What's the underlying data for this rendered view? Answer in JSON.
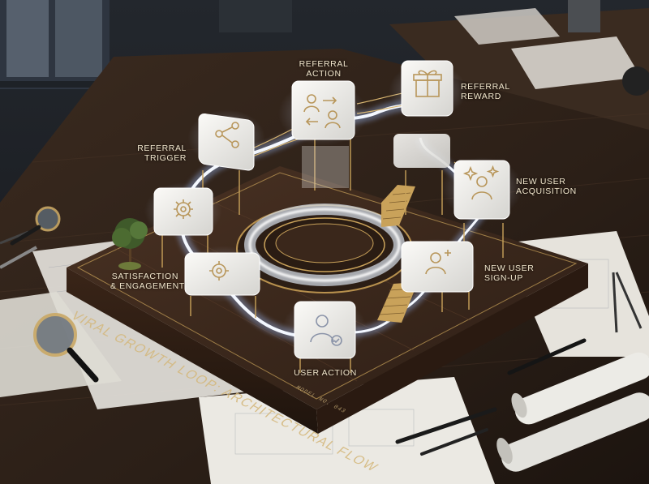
{
  "diagram": {
    "base_engraving": "VIRAL GROWTH LOOP: ARCHITECTURAL FLOW",
    "model_number": "MODEL NO. 043",
    "nodes": [
      {
        "id": "referral-action",
        "line1": "REFERRAL",
        "line2": "ACTION",
        "icon": "people-exchange-icon"
      },
      {
        "id": "referral-reward",
        "line1": "REFERRAL",
        "line2": "REWARD",
        "icon": "gift-icon"
      },
      {
        "id": "referral-trigger",
        "line1": "REFERRAL",
        "line2": "TRIGGER",
        "icon": "share-icon"
      },
      {
        "id": "new-user-acquisition",
        "line1": "NEW USER",
        "line2": "ACQUISITION",
        "icon": "user-sparkle-icon"
      },
      {
        "id": "satisfaction-engagement",
        "line1": "SATISFACTION",
        "line2": "& ENGAGEMENT",
        "icon": "gear-icon"
      },
      {
        "id": "new-user-signup",
        "line1": "NEW USER",
        "line2": "SIGN-UP",
        "icon": "user-signup-icon"
      },
      {
        "id": "user-action",
        "line1": "USER ACTION",
        "line2": "",
        "icon": "user-check-icon"
      }
    ],
    "colors": {
      "wood_dark": "#2a1c14",
      "wood_light": "#4a3222",
      "gold": "#d4b06a",
      "glow": "#dfeaff",
      "frosted": "#e8e6e2"
    }
  }
}
